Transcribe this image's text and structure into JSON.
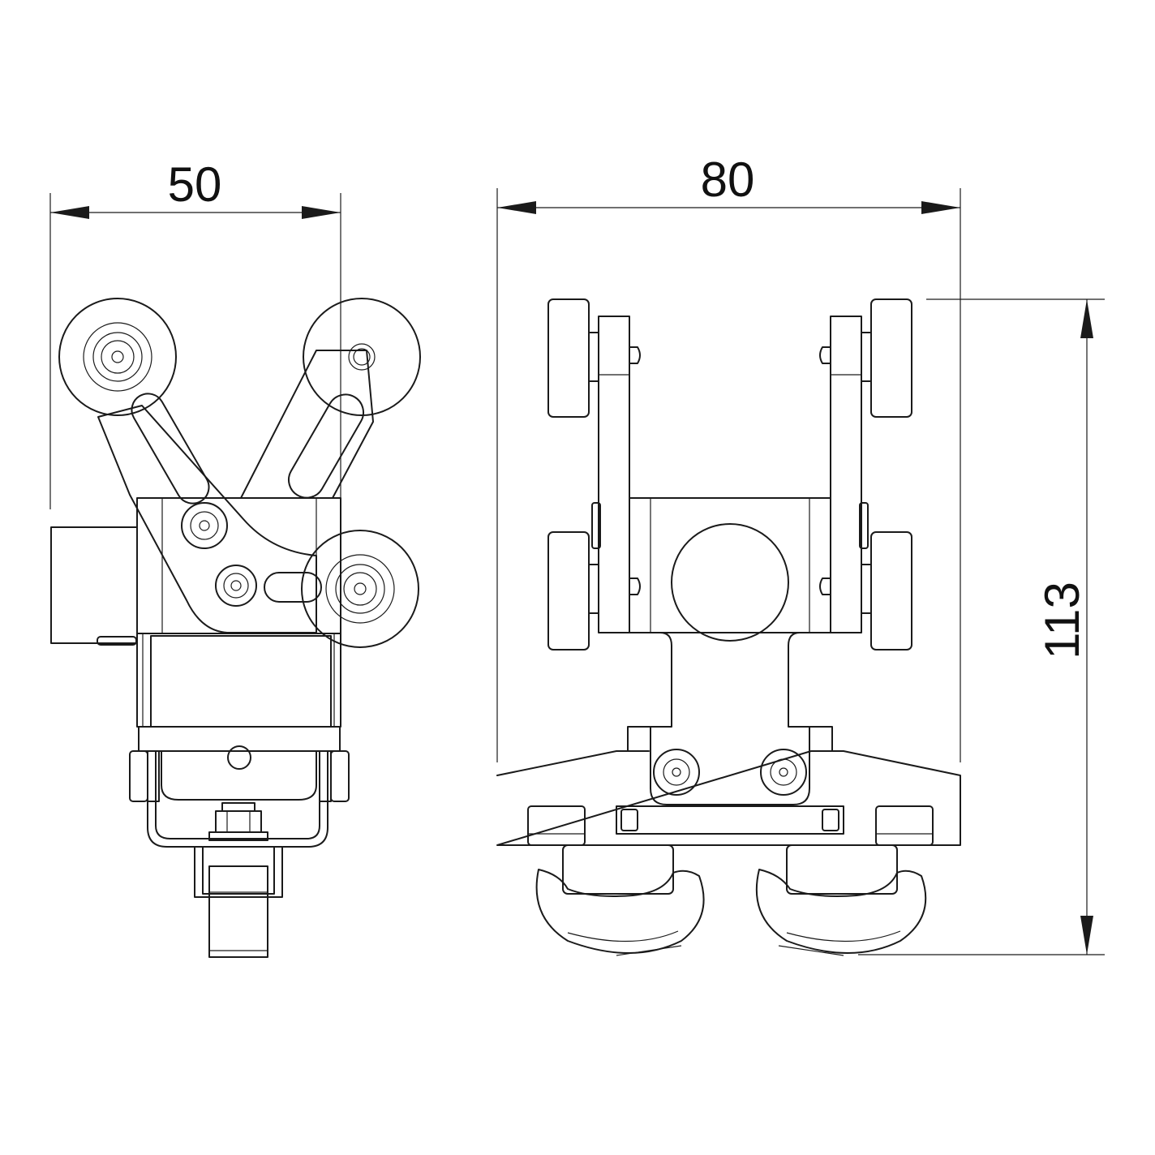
{
  "dimensions": {
    "width_side": "50",
    "width_front": "80",
    "height": "113"
  },
  "colors": {
    "line": "#1a1a1a",
    "background": "#ffffff"
  }
}
